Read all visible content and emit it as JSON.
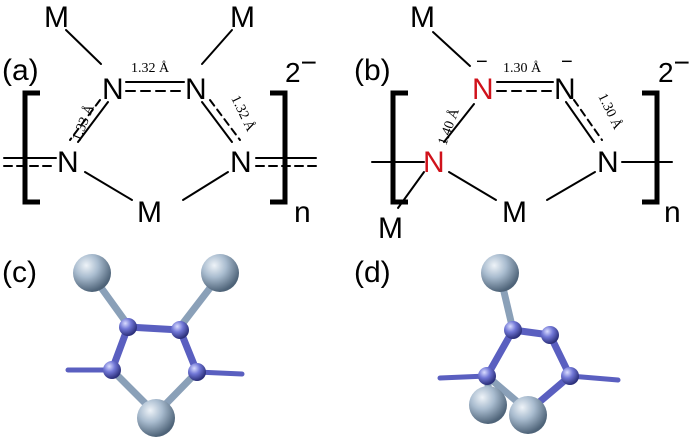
{
  "panels": {
    "a": {
      "label": "(a)",
      "metal": "M",
      "nitrogen": "N",
      "charge": "2",
      "charge_sign": "−",
      "repeat": "n",
      "bond_top": "1.32 Å",
      "bond_left": "1.33 Å",
      "bond_right": "1.32 Å"
    },
    "b": {
      "label": "(b)",
      "metal": "M",
      "nitrogen": "N",
      "charge": "2",
      "charge_sign": "−",
      "repeat": "n",
      "bond_top": "1.30 Å",
      "bond_left": "1.40 Å",
      "bond_right": "1.30 Å",
      "minus": "−"
    },
    "c": {
      "label": "(c)"
    },
    "d": {
      "label": "(d)"
    }
  },
  "colors": {
    "ink": "#000000",
    "highlight_nitrogen": "#d0121b",
    "bond_blue": "#5a5fc0",
    "metal_sphere": "#9fb3c8",
    "nitrogen_sphere": "#6a6fcc"
  }
}
